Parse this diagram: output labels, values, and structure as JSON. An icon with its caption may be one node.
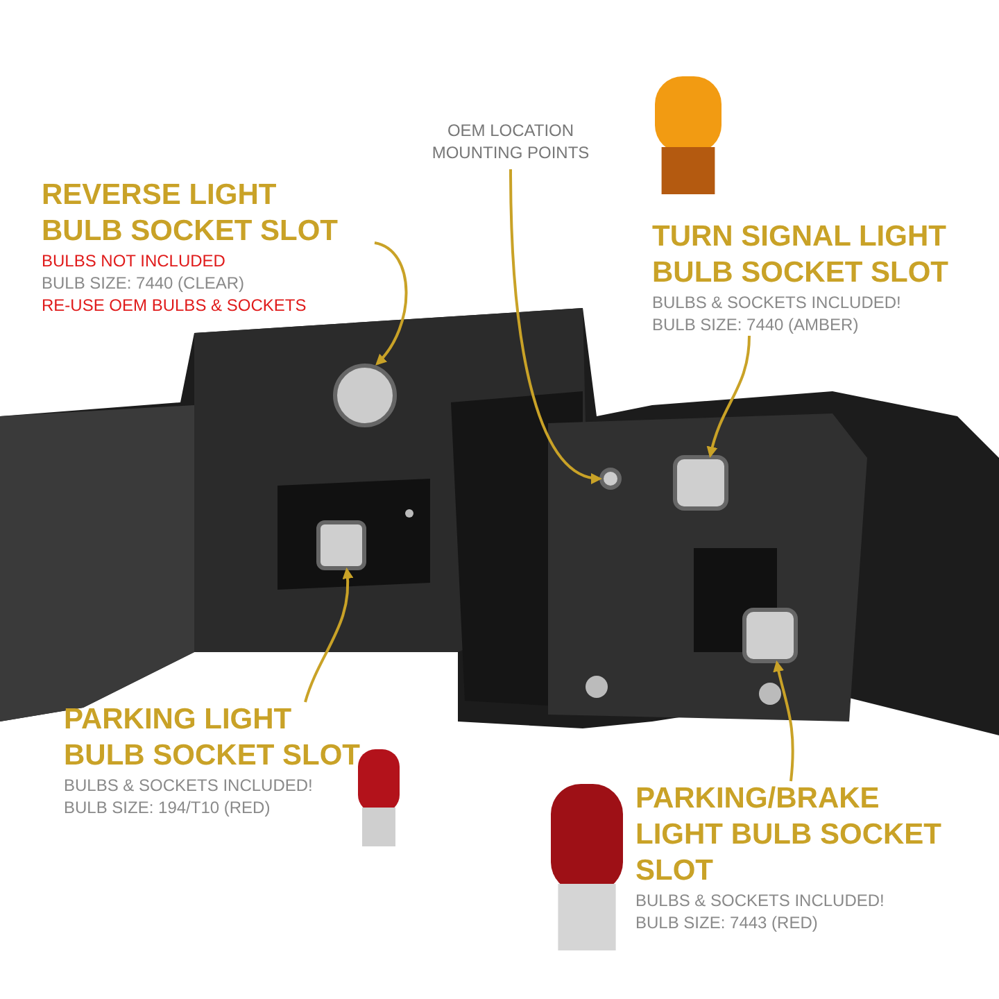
{
  "diagram": {
    "nodes": [
      {
        "text": [
          "REVERSE LIGHT BULB SOCKET SLOT",
          "BULBS NOT INCLUDED",
          "BULB SIZE: 7440 (CLEAR)",
          "RE-USE OEM BULBS & SOCKETS"
        ]
      },
      {
        "text": [
          "OEM LOCATION MOUNTING POINTS"
        ]
      },
      {
        "text": [
          "TURN SIGNAL LIGHT BULB SOCKET SLOT",
          "BULBS & SOCKETS INCLUDED!",
          "BULB SIZE: 7440 (AMBER)"
        ]
      },
      {
        "text": [
          "PARKING LIGHT BULB SOCKET SLOT",
          "BULBS & SOCKETS INCLUDED!",
          "BULB SIZE: 194/T10 (RED)"
        ]
      },
      {
        "text": [
          "PARKING/BRAKE LIGHT BULB SOCKET SLOT",
          "BULBS & SOCKETS INCLUDED!",
          "BULB SIZE: 7443 (RED)"
        ]
      },
      {
        "text": [],
        "shape": "circle"
      },
      {
        "text": [],
        "shape": "circle"
      },
      {
        "text": [],
        "shape": "box"
      },
      {
        "text": [],
        "shape": "box"
      },
      {
        "text": [],
        "shape": "box"
      }
    ],
    "edges": [
      {
        "from": 0,
        "to": 5,
        "arrow": "to"
      },
      {
        "from": 1,
        "to": 6,
        "arrow": "to"
      },
      {
        "from": 2,
        "to": 7,
        "arrow": "to"
      },
      {
        "from": 3,
        "to": 8,
        "arrow": "to"
      },
      {
        "from": 4,
        "to": 9,
        "arrow": "to"
      }
    ]
  }
}
